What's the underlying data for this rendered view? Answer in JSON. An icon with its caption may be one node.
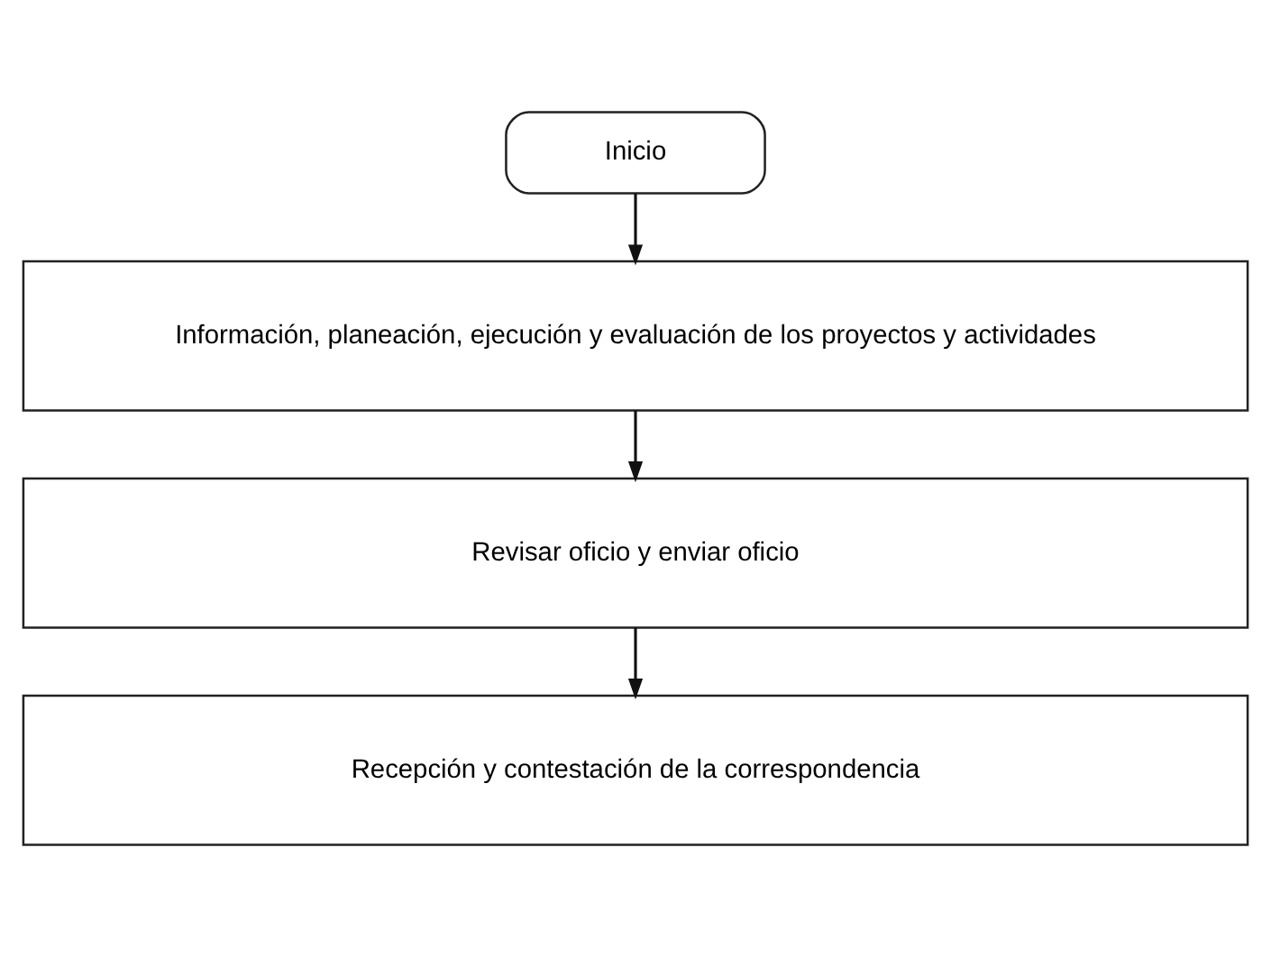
{
  "diagram": {
    "nodes": [
      {
        "text": [
          "Inicio"
        ]
      },
      {
        "text": [
          "Información, planeación, ejecución y evaluación de los proyectos y actividades"
        ]
      },
      {
        "text": [
          "Revisar oficio y enviar oficio"
        ]
      },
      {
        "text": [
          "Recepción y contestación de la correspondencia"
        ]
      }
    ],
    "edges": [
      {
        "from": 0,
        "to": 1,
        "arrow": "to"
      },
      {
        "from": 1,
        "to": 2,
        "arrow": "to"
      },
      {
        "from": 2,
        "to": 3,
        "arrow": "to"
      }
    ]
  }
}
